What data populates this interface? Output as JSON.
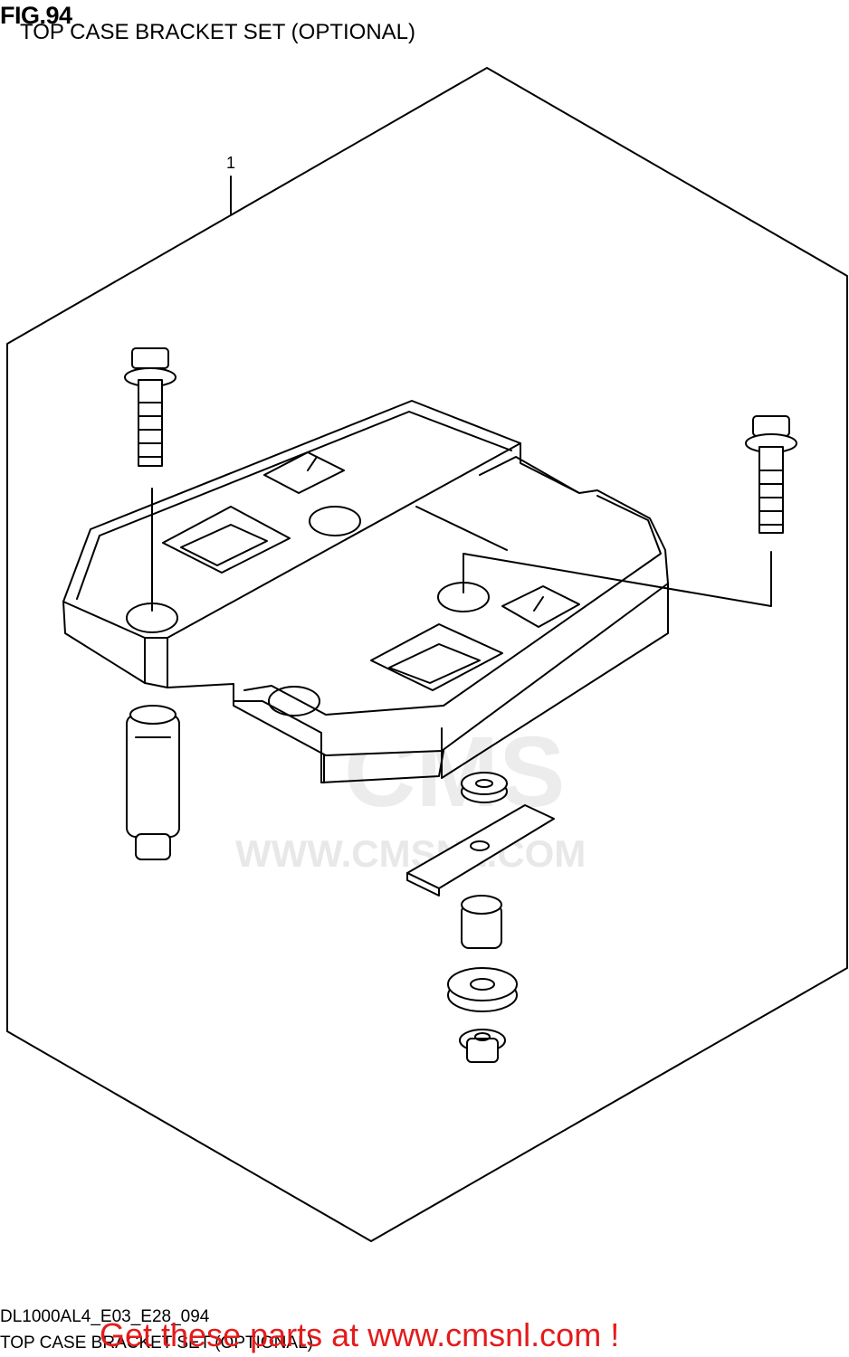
{
  "figure": {
    "number_label": "FIG.94",
    "title": "TOP CASE BRACKET SET (OPTIONAL)"
  },
  "callouts": [
    "1"
  ],
  "watermark": {
    "logo_text": "CMS",
    "url_text": "WWW.CMSNL.COM"
  },
  "footer": {
    "code": "DL1000AL4_E03_E28_094",
    "title": "TOP CASE BRACKET SET (OPTIONAL)",
    "promo": "Get these parts at www.cmsnl.com !"
  },
  "colors": {
    "promo": "#e41b1b",
    "line": "#000000",
    "watermark": "#e8e8e8"
  }
}
